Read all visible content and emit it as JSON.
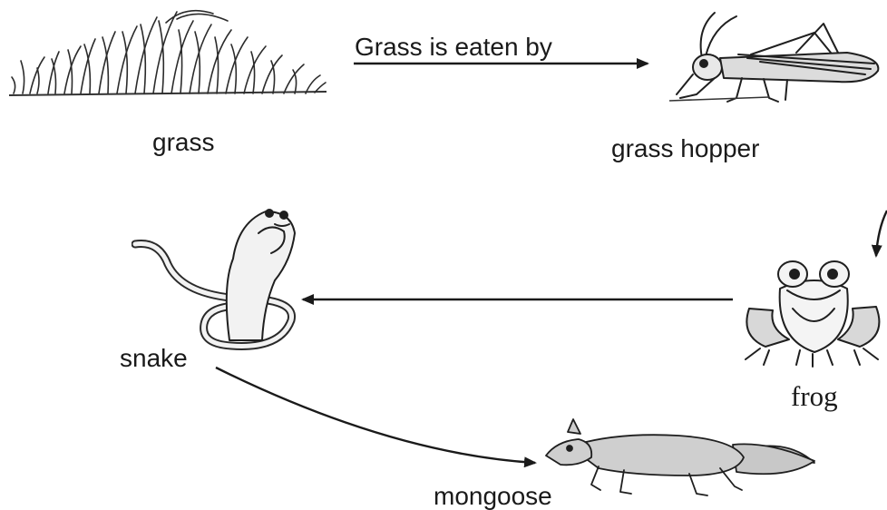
{
  "diagram": {
    "edge_label": "Grass is eaten by",
    "organisms": {
      "grass": "grass",
      "grasshopper": "grass hopper",
      "frog": "frog",
      "snake": "snake",
      "mongoose": "mongoose"
    },
    "edges": [
      {
        "from": "grass",
        "to": "grass hopper"
      },
      {
        "from": "grass hopper",
        "to": "frog"
      },
      {
        "from": "frog",
        "to": "snake"
      },
      {
        "from": "snake",
        "to": "mongoose"
      }
    ]
  }
}
